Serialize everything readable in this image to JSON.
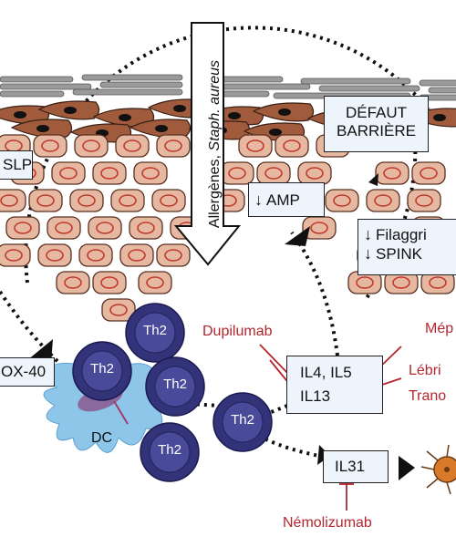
{
  "labels": {
    "tslp": "SLP",
    "ox40": "OX-40",
    "defaut": [
      "DÉFAUT",
      "BARRIÈRE"
    ],
    "amp": "AMP",
    "filaggrin": "Filaggri",
    "spink": "SPINK",
    "il45": "IL4, IL5",
    "il13": "IL13",
    "il31": "IL31",
    "allergens_prefix": "Allergènes, ",
    "allergens_italic": "Staph. aureus",
    "dc": "DC",
    "th2": "Th2"
  },
  "drugs": {
    "dupilumab": "Dupilumab",
    "mepo": "Mép",
    "lebri": "Lébri",
    "trano": "Trano",
    "nemolizumab": "Némolizumab"
  },
  "arrow_down_glyph": "↓",
  "colors": {
    "keratinocyte_fill": "#e6b8a2",
    "keratinocyte_nucleus": "#c0392b",
    "surface_cell": "#a05a3c",
    "surface_line": "#7a7a7a",
    "th2_fill": "#33337a",
    "dc_fill": "#8ec6ea",
    "drug_red": "#b3262e",
    "box_fill": "#eef4fb"
  }
}
